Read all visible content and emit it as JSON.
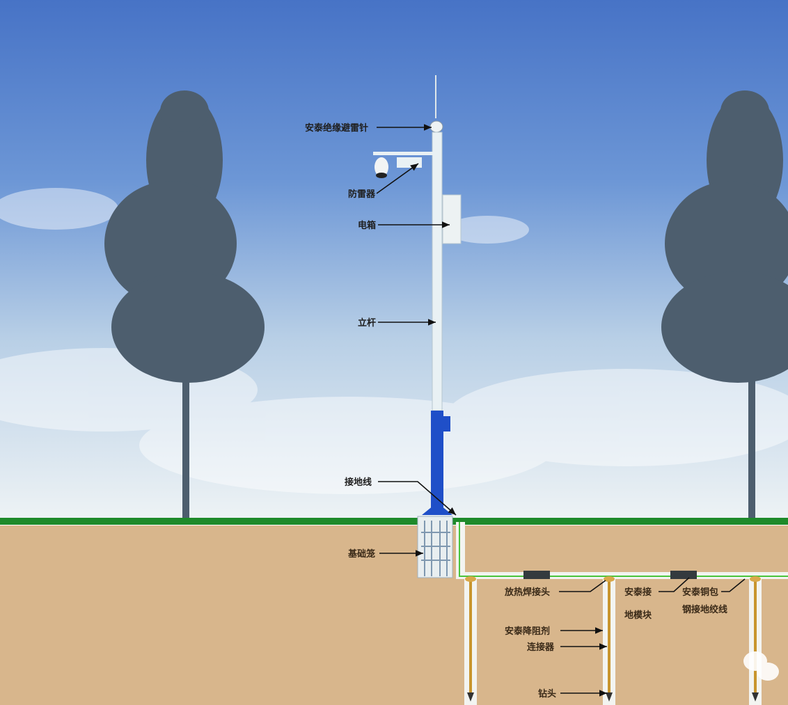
{
  "diagram": {
    "title_labels": {
      "lightning_rod": "安泰绝缘避雷针",
      "surge_protector": "防雷器",
      "electric_box": "电箱",
      "pole": "立杆",
      "ground_wire": "接地线",
      "foundation_cage": "基础笼",
      "exothermic_weld": "放热焊接头",
      "ground_module_line1": "安泰接",
      "ground_module_line2": "地模块",
      "copper_strand_line1": "安泰铜包",
      "copper_strand_line2": "钢接地绞线",
      "resistance_reducer": "安泰降阻剂",
      "connector": "连接器",
      "drill_tip": "钻头"
    },
    "colors": {
      "sky_top": "#4b78c8",
      "sky_bottom": "#e4edf3",
      "grass": "#1e8a2a",
      "soil": "#d8b68c",
      "pole_white": "#e9f1f4",
      "pole_blue": "#1f4fc8",
      "tree": "#4d5e6e"
    }
  }
}
